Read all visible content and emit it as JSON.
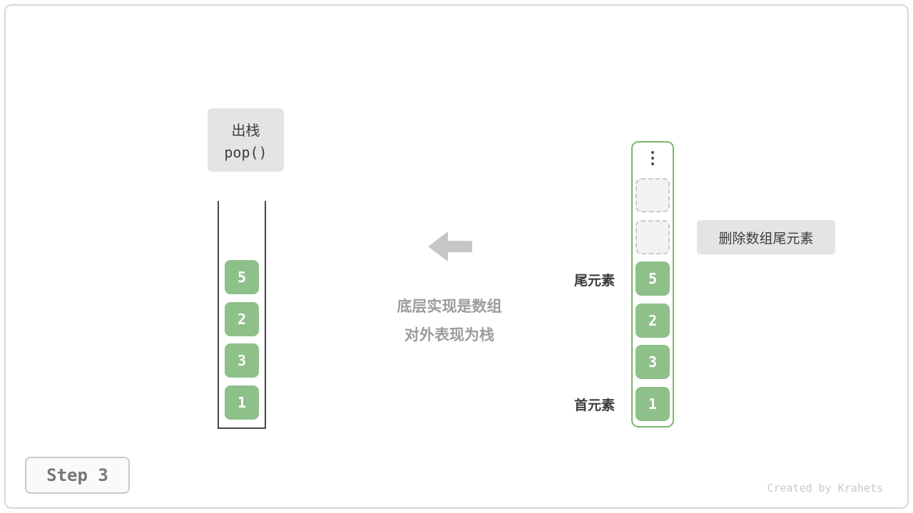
{
  "pop_box": {
    "title": "出栈",
    "code": "pop()"
  },
  "stack": {
    "cells": [
      "5",
      "2",
      "3",
      "1"
    ]
  },
  "array": {
    "cells": [
      "5",
      "2",
      "3",
      "1"
    ],
    "empty_slot_count": 2
  },
  "annotations": {
    "tail_label": "尾元素",
    "head_label": "首元素",
    "callout": "删除数组尾元素",
    "center_line1": "底层实现是数组",
    "center_line2": "对外表现为栈"
  },
  "footer": {
    "step": "Step 3",
    "credit": "Created by Krahets"
  },
  "colors": {
    "cell_green": "#8ec08a",
    "container_green_border": "#7fb36f",
    "label_gray_bg": "#e4e4e4",
    "arrow_gray": "#c6c6c6",
    "caption_gray": "#9c9c9c",
    "dark_text": "#3c3c3c"
  }
}
